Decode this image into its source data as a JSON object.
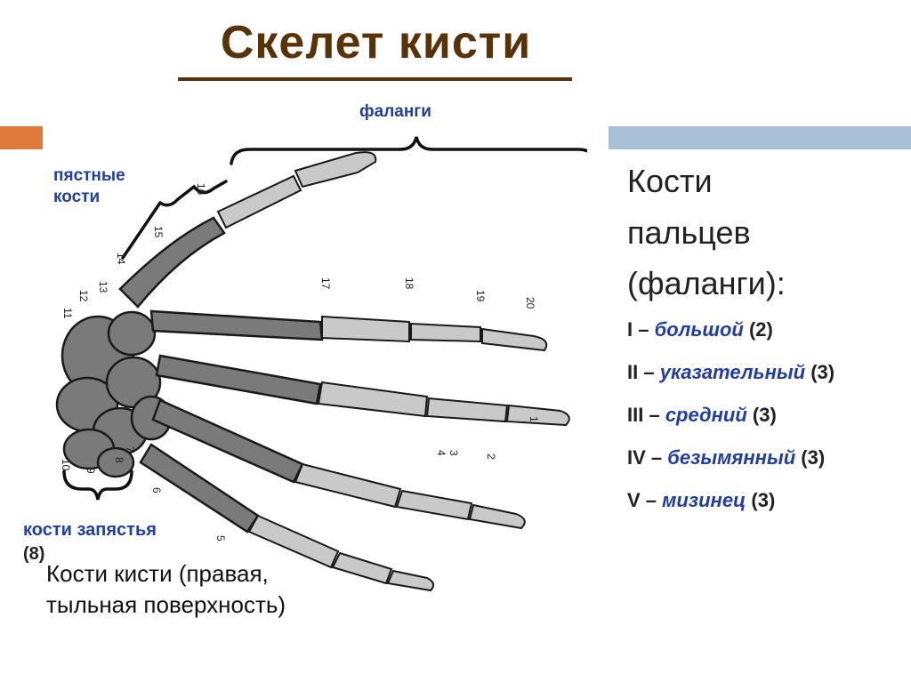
{
  "title": "Скелет кисти",
  "labels": {
    "phalanges": "фаланги",
    "metacarpal_line1": "пястные",
    "metacarpal_line2": "кости",
    "carpal": "кости запястья",
    "carpal_count": "(8)"
  },
  "caption": {
    "line1": "Кости кисти (правая,",
    "line2": "тыльная поверхность)"
  },
  "right_panel": {
    "heading_line1": "Кости",
    "heading_line2": "пальцев",
    "heading_line3": "(фаланги):",
    "fingers": [
      {
        "numeral": "I –",
        "name": "большой",
        "count": "(2)"
      },
      {
        "numeral": "II –",
        "name": "указательный",
        "count": "(3)"
      },
      {
        "numeral": "III –",
        "name": "средний",
        "count": "(3)"
      },
      {
        "numeral": "IV –",
        "name": "безымянный",
        "count": "(3)"
      },
      {
        "numeral": "V –",
        "name": "мизинец",
        "count": "(3)"
      }
    ]
  },
  "bone_numbers": [
    "1",
    "2",
    "3",
    "4",
    "5",
    "6",
    "7",
    "8",
    "9",
    "10",
    "11",
    "12",
    "13",
    "14",
    "15",
    "16",
    "17",
    "18",
    "19",
    "20"
  ],
  "colors": {
    "title": "#5a3208",
    "accent_orange": "#e07a3c",
    "accent_blue_bar": "#a9c1d8",
    "label_blue": "#1f3ea8"
  }
}
